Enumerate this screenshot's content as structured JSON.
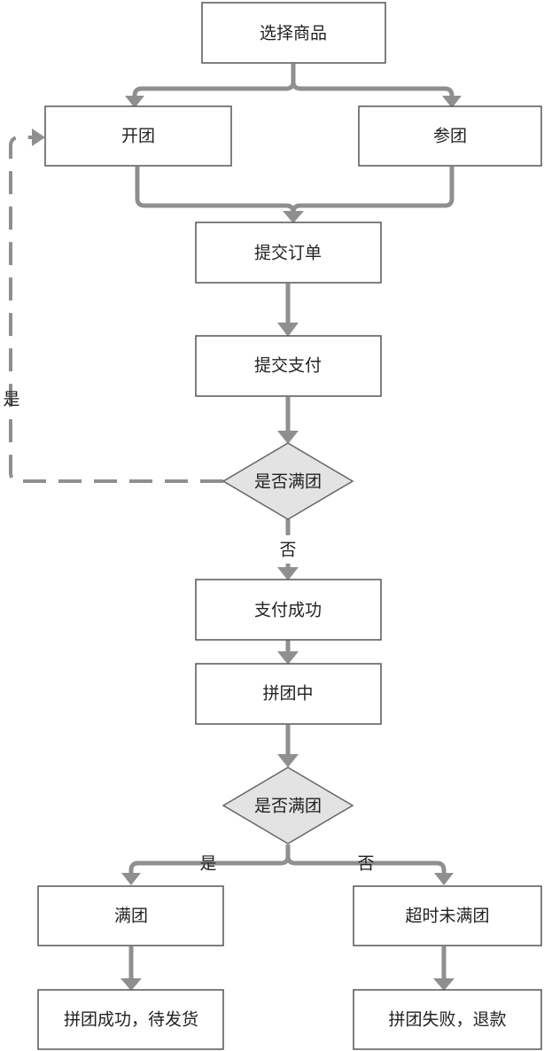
{
  "nodes": {
    "select_product": "选择商品",
    "open_group": "开团",
    "join_group": "参团",
    "submit_order": "提交订单",
    "submit_payment": "提交支付",
    "group_full_check_1": "是否满团",
    "payment_success": "支付成功",
    "grouping_in_progress": "拼团中",
    "group_full_check_2": "是否满团",
    "group_full": "满团",
    "timeout_not_full": "超时未满团",
    "group_success": "拼团成功，待发货",
    "group_failed": "拼团失败，退款"
  },
  "edge_labels": {
    "loop_yes": "是",
    "check1_no": "否",
    "check2_yes": "是",
    "check2_no": "否"
  },
  "colors": {
    "connector": "#8f8f8f",
    "box_border": "#555555",
    "diamond_fill": "#e3e3e3"
  }
}
